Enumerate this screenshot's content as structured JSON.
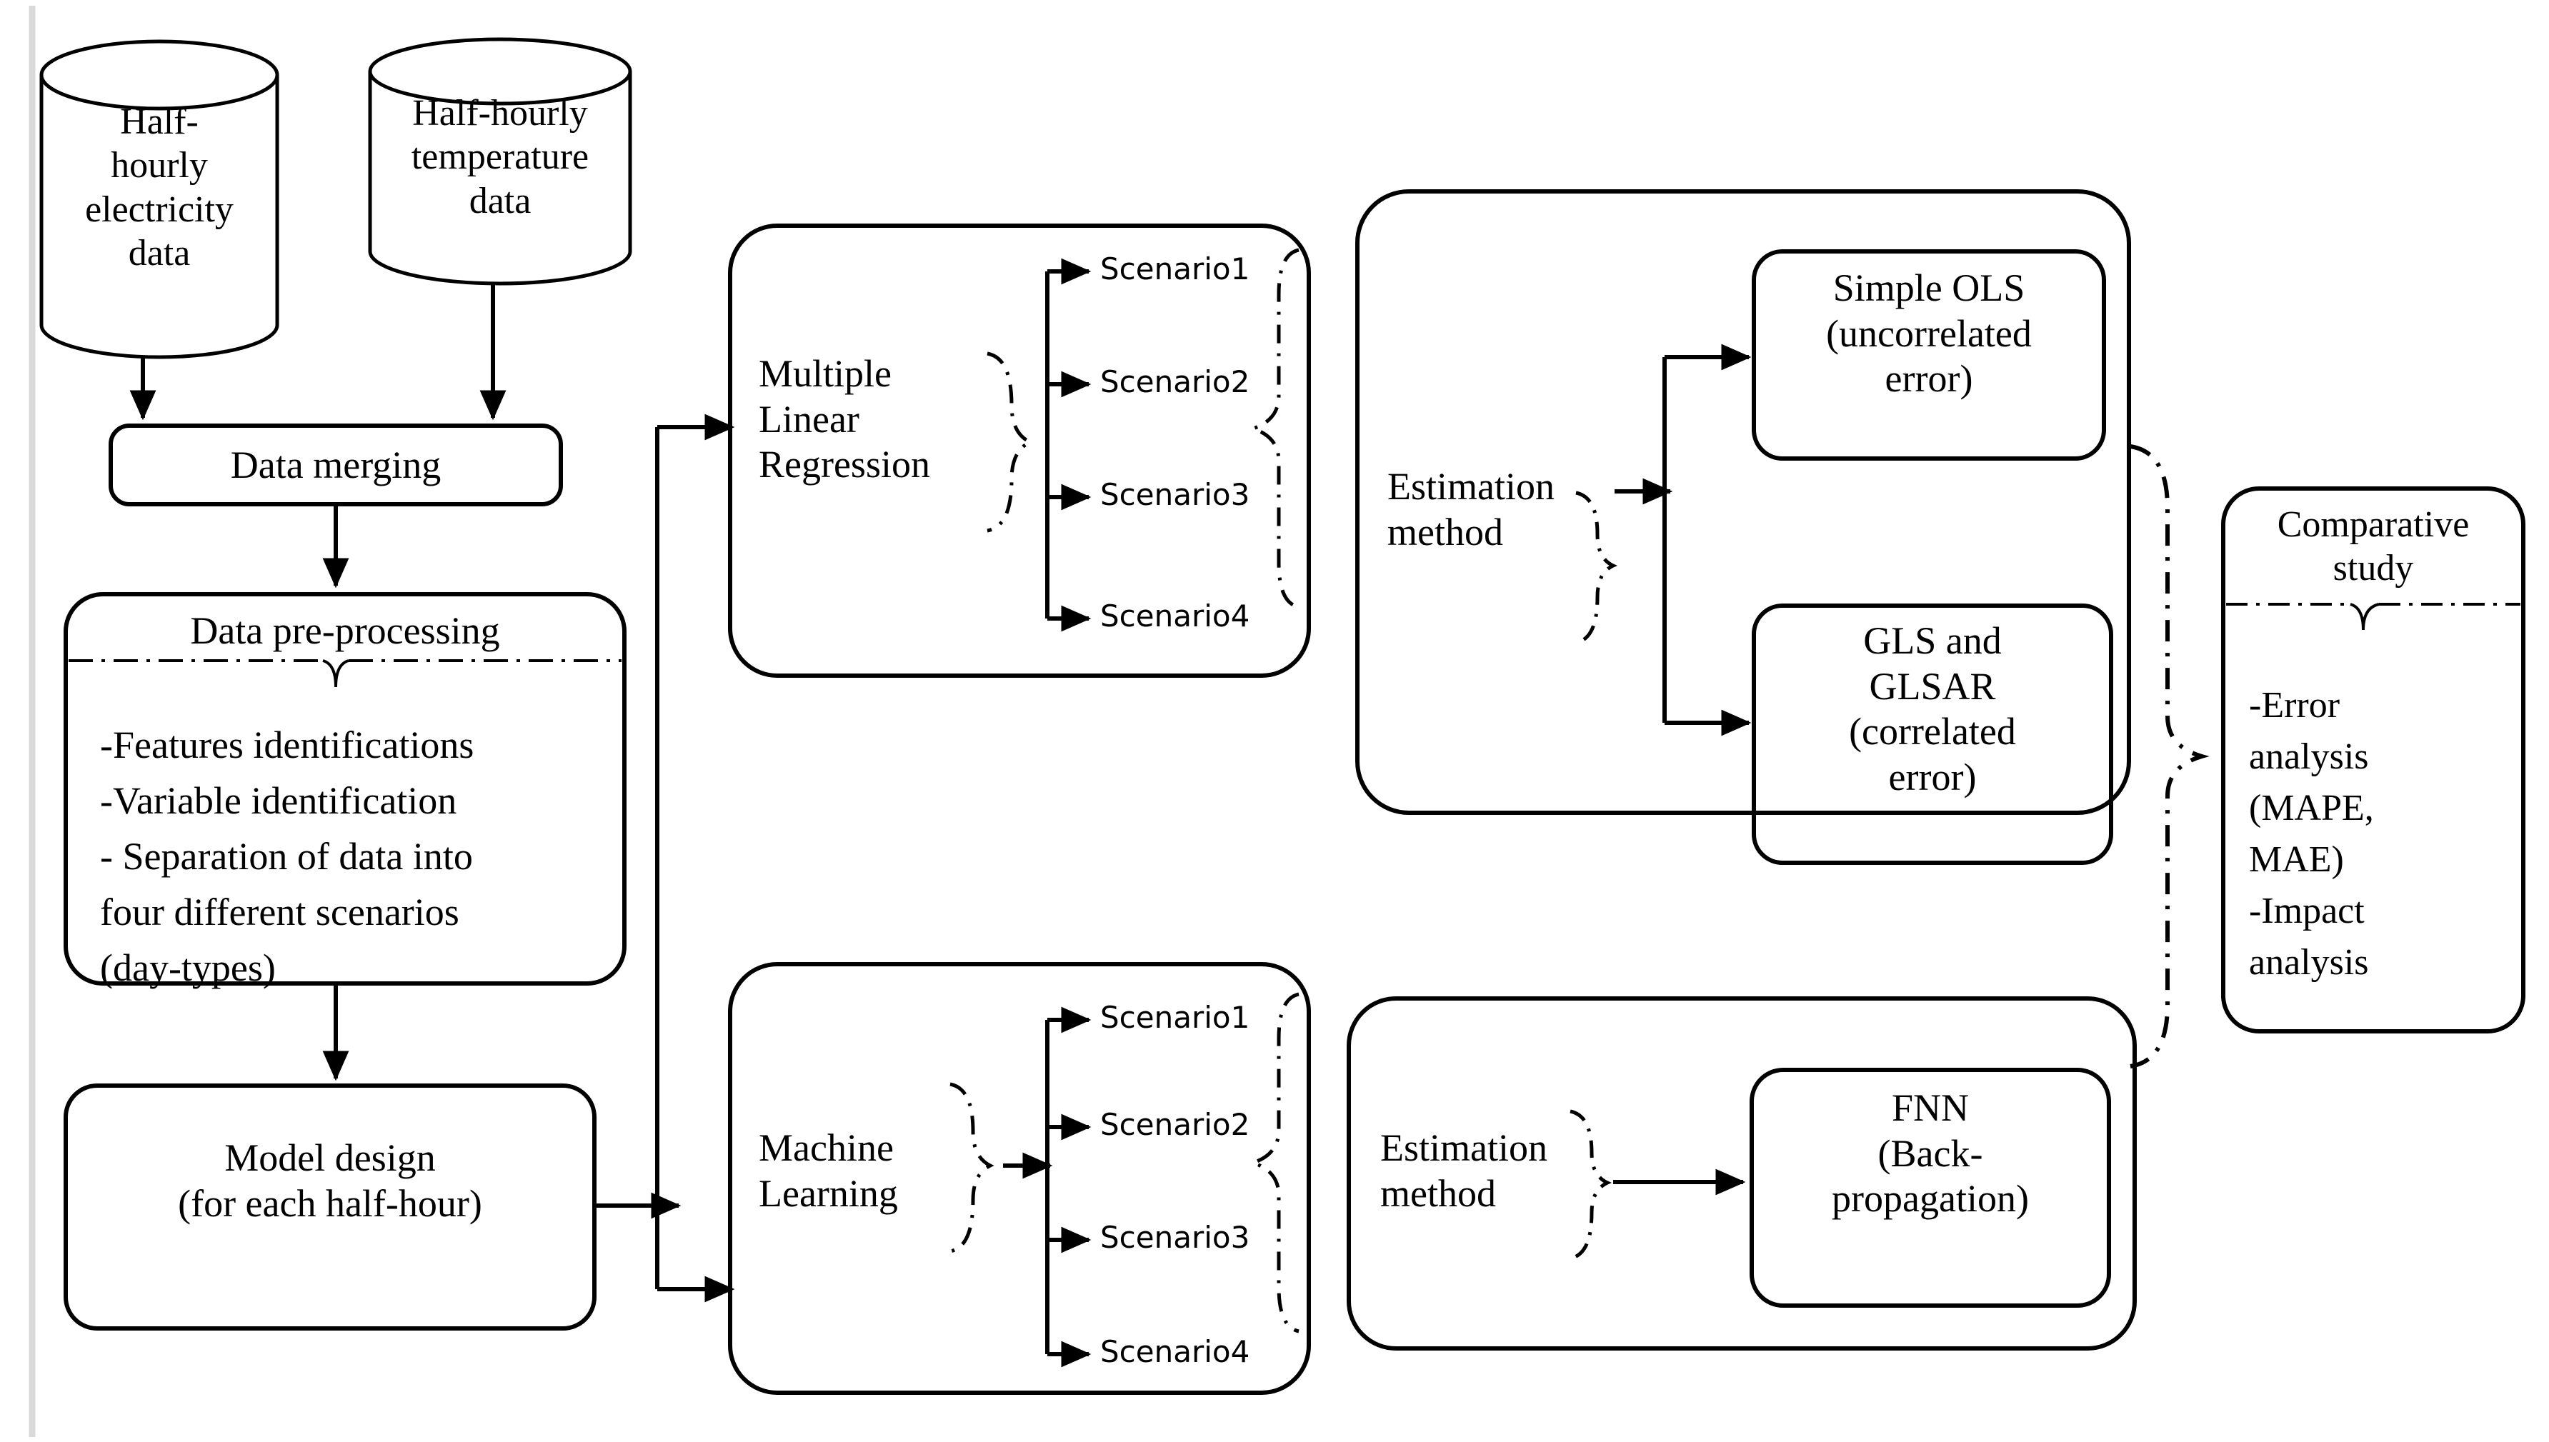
{
  "diagram": {
    "title": "Electricity demand forecasting methodology flowchart",
    "colors": {
      "stroke": "#000000",
      "background": "#ffffff",
      "margin_rule": "#d9d9d9"
    }
  },
  "sources": [
    {
      "id": "electricity-db",
      "label": "Half-\nhourly\nelectricity\ndata",
      "shape": "cylinder"
    },
    {
      "id": "temperature-db",
      "label": "Half-hourly\ntemperature\ndata",
      "shape": "cylinder"
    }
  ],
  "pipeline": {
    "data_merging": {
      "label": "Data merging"
    },
    "data_preprocessing": {
      "title": "Data pre-processing",
      "items": [
        "-Features identifications",
        "-Variable identification",
        "- Separation of data into",
        "four different scenarios",
        "(day-types)"
      ]
    },
    "model_design": {
      "label": "Model design\n(for each half-hour)"
    }
  },
  "branches": [
    {
      "id": "mlr",
      "method_label": "Multiple\nLinear\nRegression",
      "scenarios": [
        "Scenario1",
        "Scenario2",
        "Scenario3",
        "Scenario4"
      ],
      "estimation_label": "Estimation\nmethod",
      "estimators": [
        {
          "id": "ols",
          "label": "Simple OLS\n(uncorrelated\nerror)"
        },
        {
          "id": "gls",
          "label": "GLS and\nGLSAR\n(correlated\nerror)"
        }
      ]
    },
    {
      "id": "ml",
      "method_label": "Machine\nLearning",
      "scenarios": [
        "Scenario1",
        "Scenario2",
        "Scenario3",
        "Scenario4"
      ],
      "estimation_label": "Estimation\nmethod",
      "estimators": [
        {
          "id": "fnn",
          "label": "FNN\n(Back-\npropagation)"
        }
      ]
    }
  ],
  "outcome": {
    "title": "Comparative\nstudy",
    "items": [
      "-Error",
      "analysis",
      "(MAPE,",
      "MAE)",
      "-Impact",
      "analysis"
    ]
  }
}
